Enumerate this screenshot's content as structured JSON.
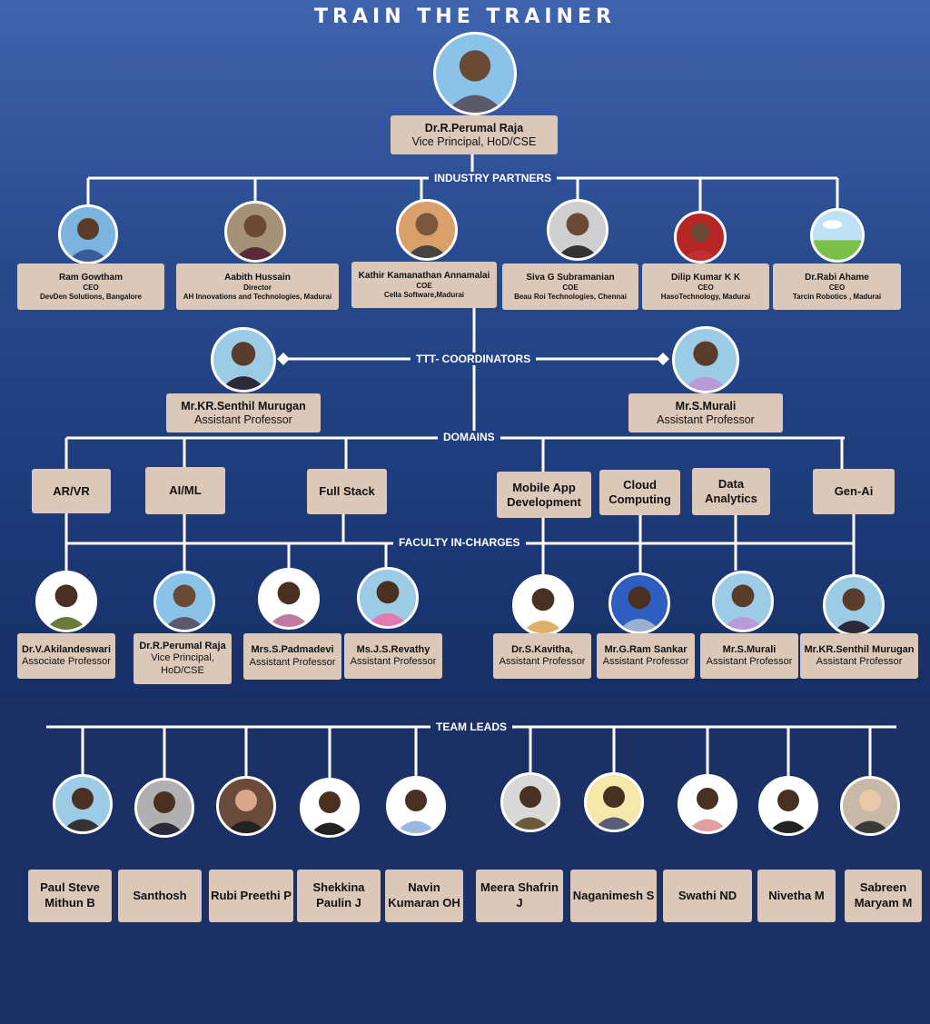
{
  "title": "TRAIN THE TRAINER",
  "head": {
    "name": "Dr.R.Perumal Raja",
    "role": "Vice Principal, HoD/CSE"
  },
  "labels": {
    "industry": "INDUSTRY PARTNERS",
    "coordinators": "TTT- COORDINATORS",
    "domains": "DOMAINS",
    "faculty": "FACULTY IN-CHARGES",
    "teamleads": "TEAM LEADS"
  },
  "partners": [
    {
      "name": "Ram Gowtham",
      "role": "CEO",
      "org": "DevDen Solutions, Bangalore"
    },
    {
      "name": "Aabith Hussain",
      "role": "Director",
      "org": "AH Innovations and Technologies, Madurai"
    },
    {
      "name": "Kathir Kamanathan Annamalai",
      "role": "COE",
      "org": "Cella Software,Madurai"
    },
    {
      "name": "Siva G Subramanian",
      "role": "COE",
      "org": "Beau Roi Technologies, Chennai"
    },
    {
      "name": "Dilip Kumar K K",
      "role": "CEO",
      "org": "HasoTechnology, Madurai"
    },
    {
      "name": "Dr.Rabi Ahame",
      "role": "CEO",
      "org": "Tarcin Robotics , Madurai"
    }
  ],
  "coordinators": [
    {
      "name": "Mr.KR.Senthil Murugan",
      "role": "Assistant Professor"
    },
    {
      "name": "Mr.S.Murali",
      "role": "Assistant Professor"
    }
  ],
  "domains": [
    "AR/VR",
    "AI/ML",
    "Full Stack",
    "Mobile App Development",
    "Cloud Computing",
    "Data Analytics",
    "Gen-Ai"
  ],
  "faculty": [
    {
      "name": "Dr.V.Akilandeswari",
      "role": "Associate Professor"
    },
    {
      "name": "Dr.R.Perumal Raja",
      "role": "Vice Principal, HoD/CSE"
    },
    {
      "name": "Mrs.S.Padmadevi",
      "role": "Assistant Professor"
    },
    {
      "name": "Ms.J.S.Revathy",
      "role": "Assistant Professor"
    },
    {
      "name": "Dr.S.Kavitha,",
      "role": "Assistant Professor"
    },
    {
      "name": "Mr.G.Ram Sankar",
      "role": "Assistant Professor"
    },
    {
      "name": "Mr.S.Murali",
      "role": "Assistant Professor"
    },
    {
      "name": "Mr.KR.Senthil Murugan",
      "role": "Assistant Professor"
    }
  ],
  "teamleads": [
    "Paul Steve Mithun B",
    "Santhosh",
    "Rubi Preethi P",
    "Shekkina Paulin J",
    "Navin Kumaran OH",
    "Meera Shafrin J",
    "Naganimesh S",
    "Swathi ND",
    "Nivetha M",
    "Sabreen Maryam M"
  ],
  "colors": {
    "box": "#dcc8b8",
    "line": "#ffffff",
    "bg_top": "#3f63ad",
    "bg_bottom": "#1b3064"
  }
}
